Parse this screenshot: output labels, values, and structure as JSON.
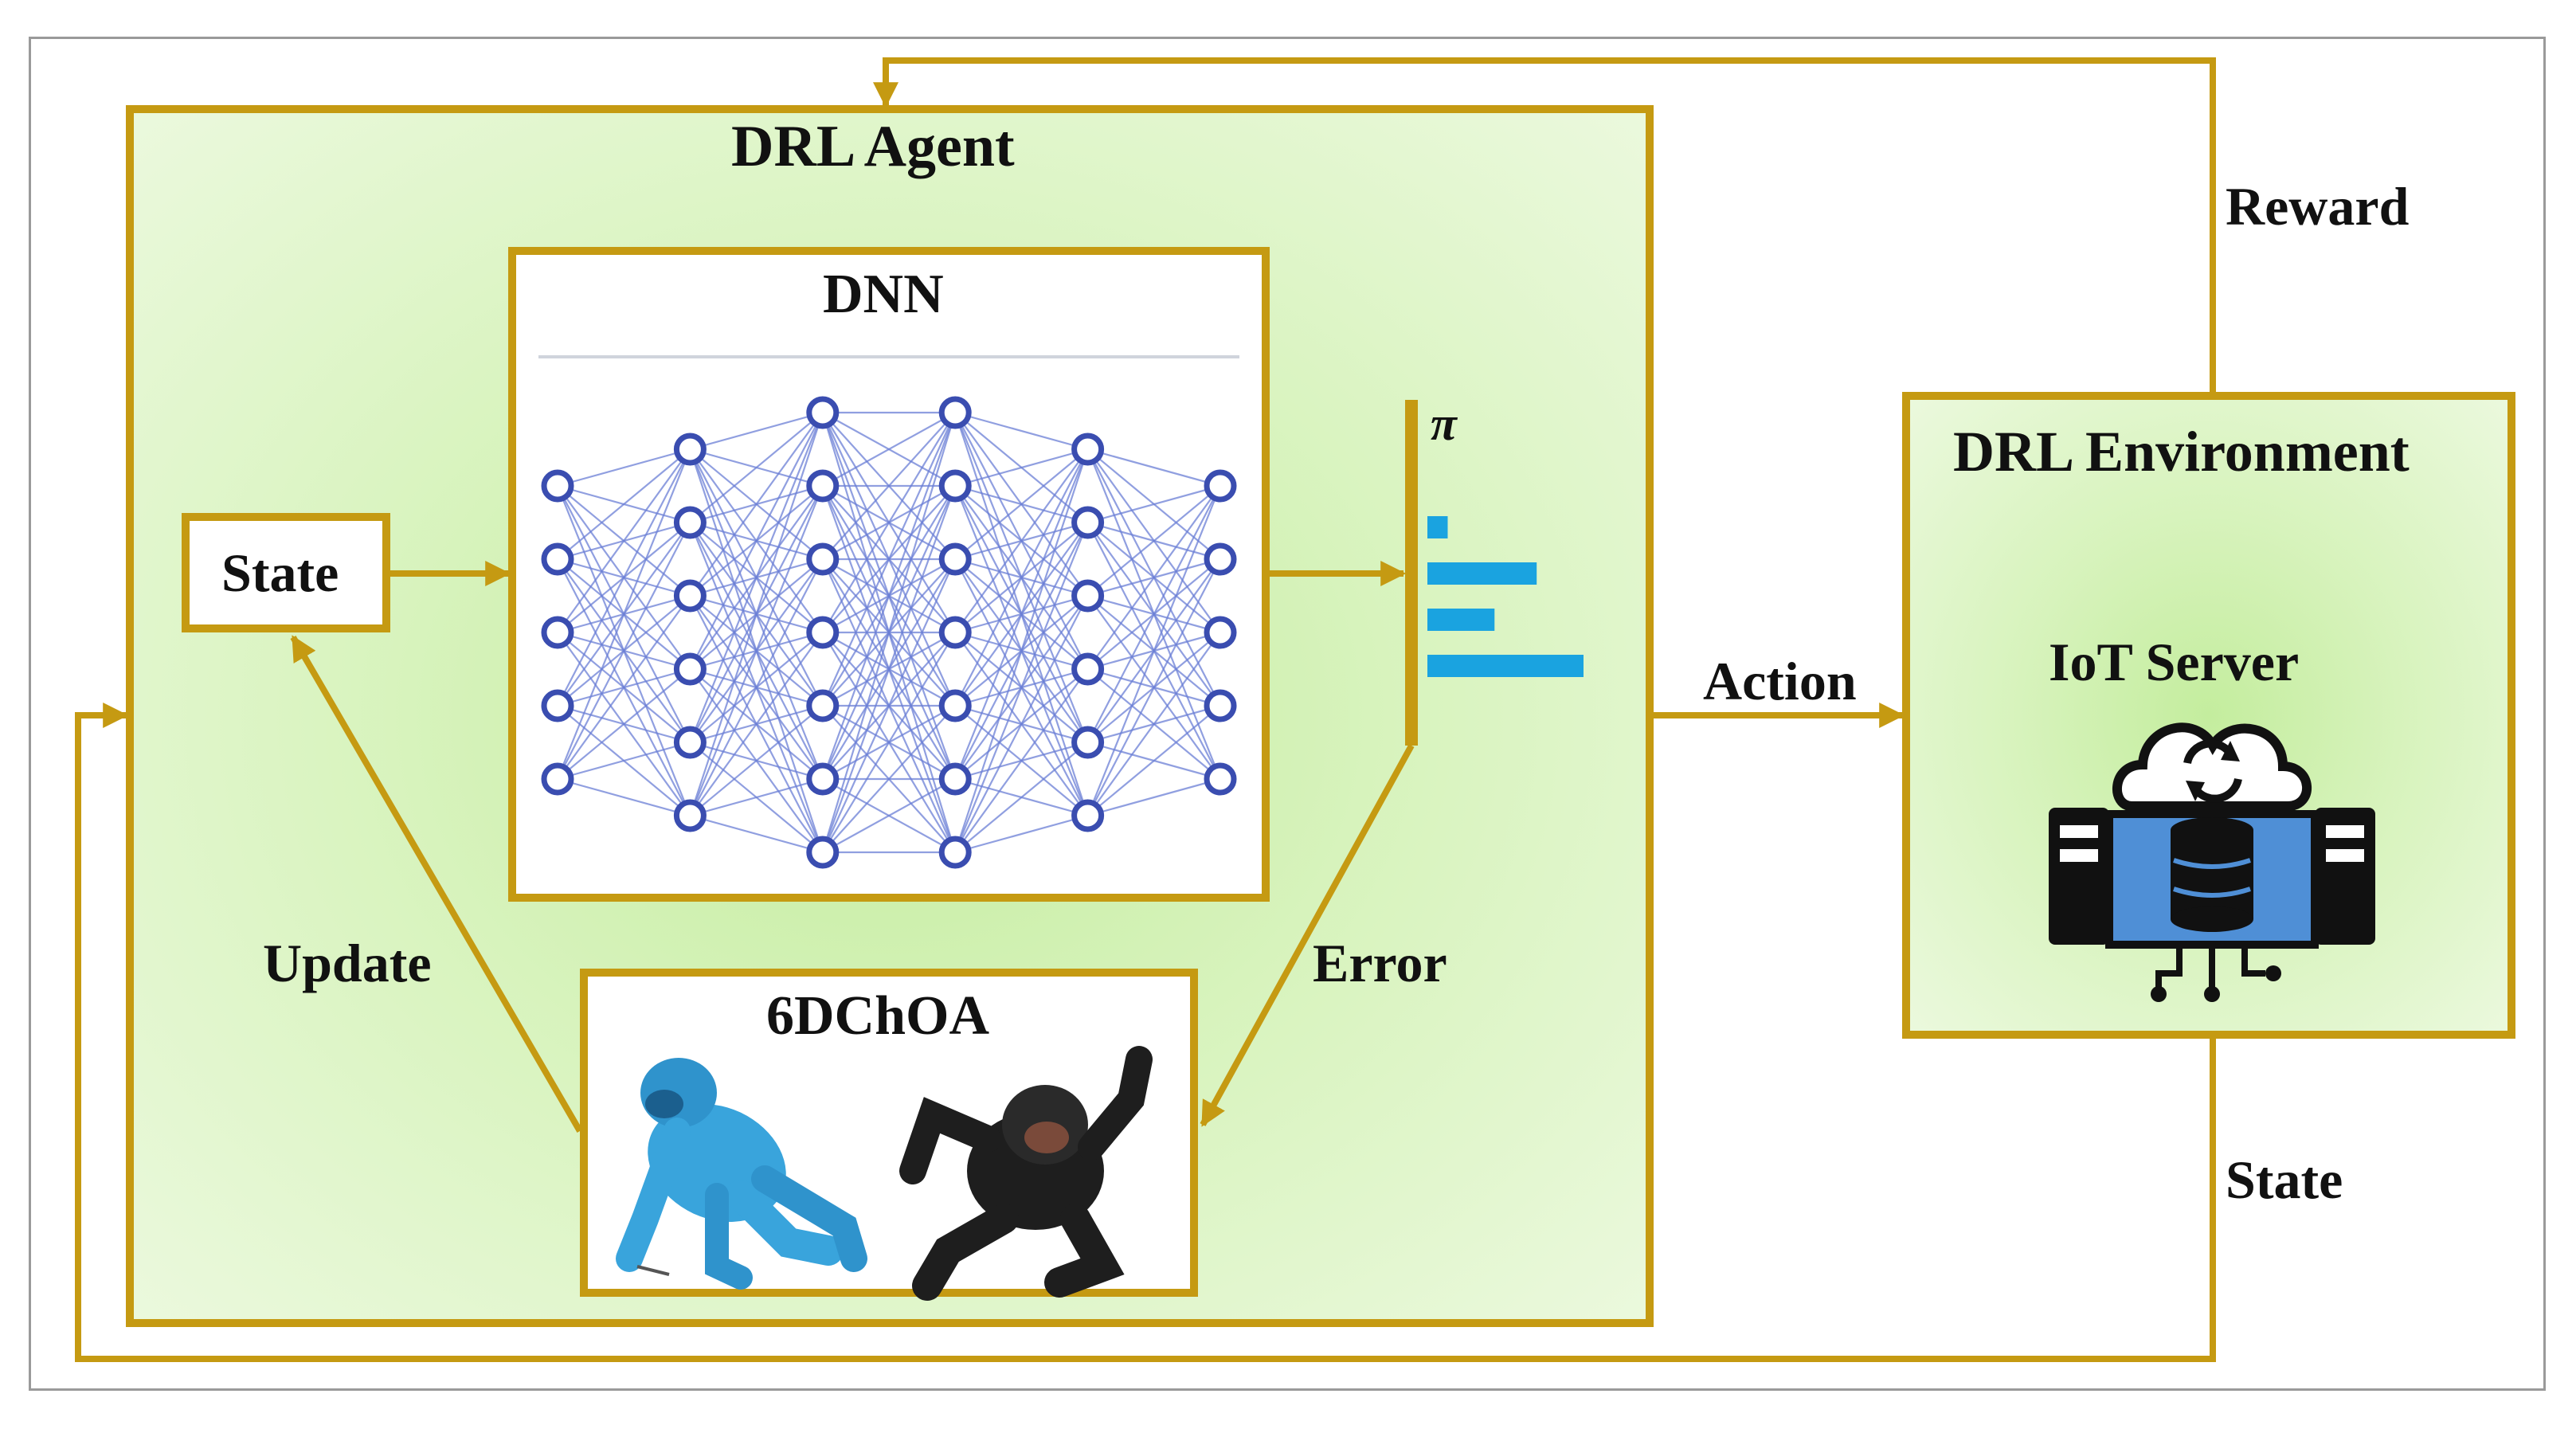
{
  "colors": {
    "border": "#c59a12",
    "agent_fill": "#d7f3bc",
    "neuron": "#3a4db0",
    "edge": "#6b7fd6",
    "policy_bar": "#1aa3e0",
    "server_blue": "#4f8fd6"
  },
  "agent": {
    "title": "DRL Agent"
  },
  "dnn": {
    "title": "DNN",
    "layers": [
      5,
      6,
      7,
      7,
      6,
      5
    ]
  },
  "state_box": {
    "label": "State"
  },
  "policy": {
    "symbol": "π",
    "values": [
      0.13,
      0.7,
      0.43,
      1.0
    ]
  },
  "optimizer": {
    "title": "6DChOA"
  },
  "environment": {
    "title": "DRL Environment",
    "server_label": "IoT Server"
  },
  "edges": {
    "update": "Update",
    "error": "Error",
    "action": "Action",
    "reward": "Reward",
    "state_feedback": "State"
  },
  "icons": {
    "server": "iot-server-icon",
    "chimp_blue": "blue-chimpanzee-icon",
    "chimp_black": "black-chimpanzee-icon"
  }
}
